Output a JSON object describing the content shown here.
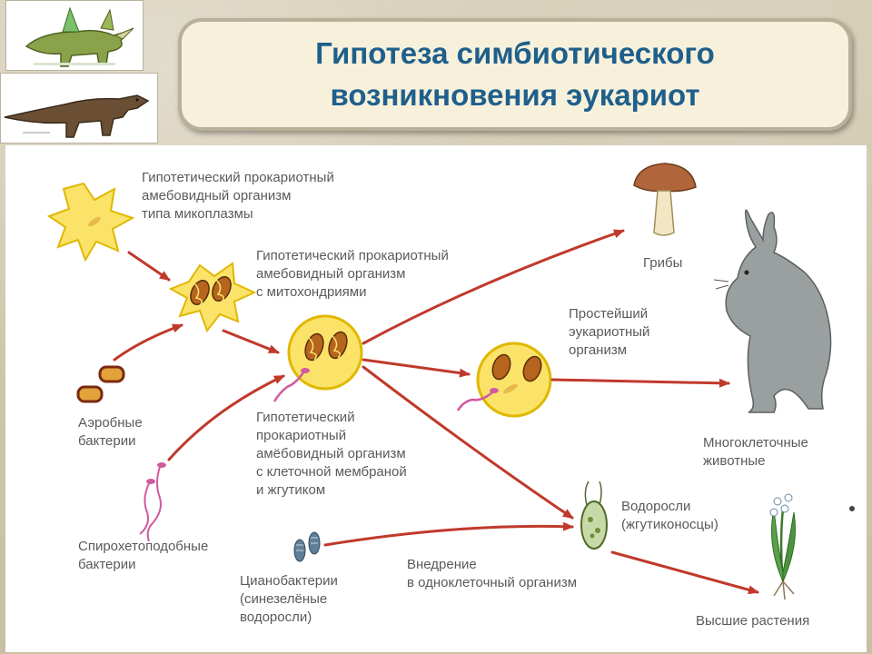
{
  "title": {
    "line1": "Гипотеза симбиотического",
    "line2": "возникновения эукариот"
  },
  "labels": {
    "mycoplasma": [
      "Гипотетический прокариотный",
      "амебовидный организм",
      "типа микоплазмы"
    ],
    "mitochondria": [
      "Гипотетический прокариотный",
      "амебовидный организм",
      "с митохондриями"
    ],
    "aerobic": [
      "Аэробные",
      "бактерии"
    ],
    "membrane": [
      "Гипотетический",
      "прокариотный",
      "амёбовидный организм",
      "с клеточной мембраной",
      "и жгутиком"
    ],
    "spirochete": [
      "Спирохетоподобные",
      "бактерии"
    ],
    "cyano": [
      "Цианобактерии",
      "(синезелёные",
      "водоросли)"
    ],
    "insertion": [
      "Внедрение",
      "в одноклеточный организм"
    ],
    "fungi": "Грибы",
    "protist": [
      "Простейший",
      "эукариотный",
      "организм"
    ],
    "animals": [
      "Многоклеточные",
      "животные"
    ],
    "algae": [
      "Водоросли",
      "(жгутиконосцы)"
    ],
    "plants": "Высшие растения"
  },
  "colors": {
    "title": "#1f5f8b",
    "arrow": "#c0392b",
    "cell_fill": "#fbe36a",
    "cell_stroke": "#e0b800",
    "label": "#5a5a5a"
  },
  "icons": [
    "triceratops-icon",
    "dinosaur-icon",
    "mushroom-icon",
    "hare-icon",
    "lily-of-the-valley-icon"
  ]
}
